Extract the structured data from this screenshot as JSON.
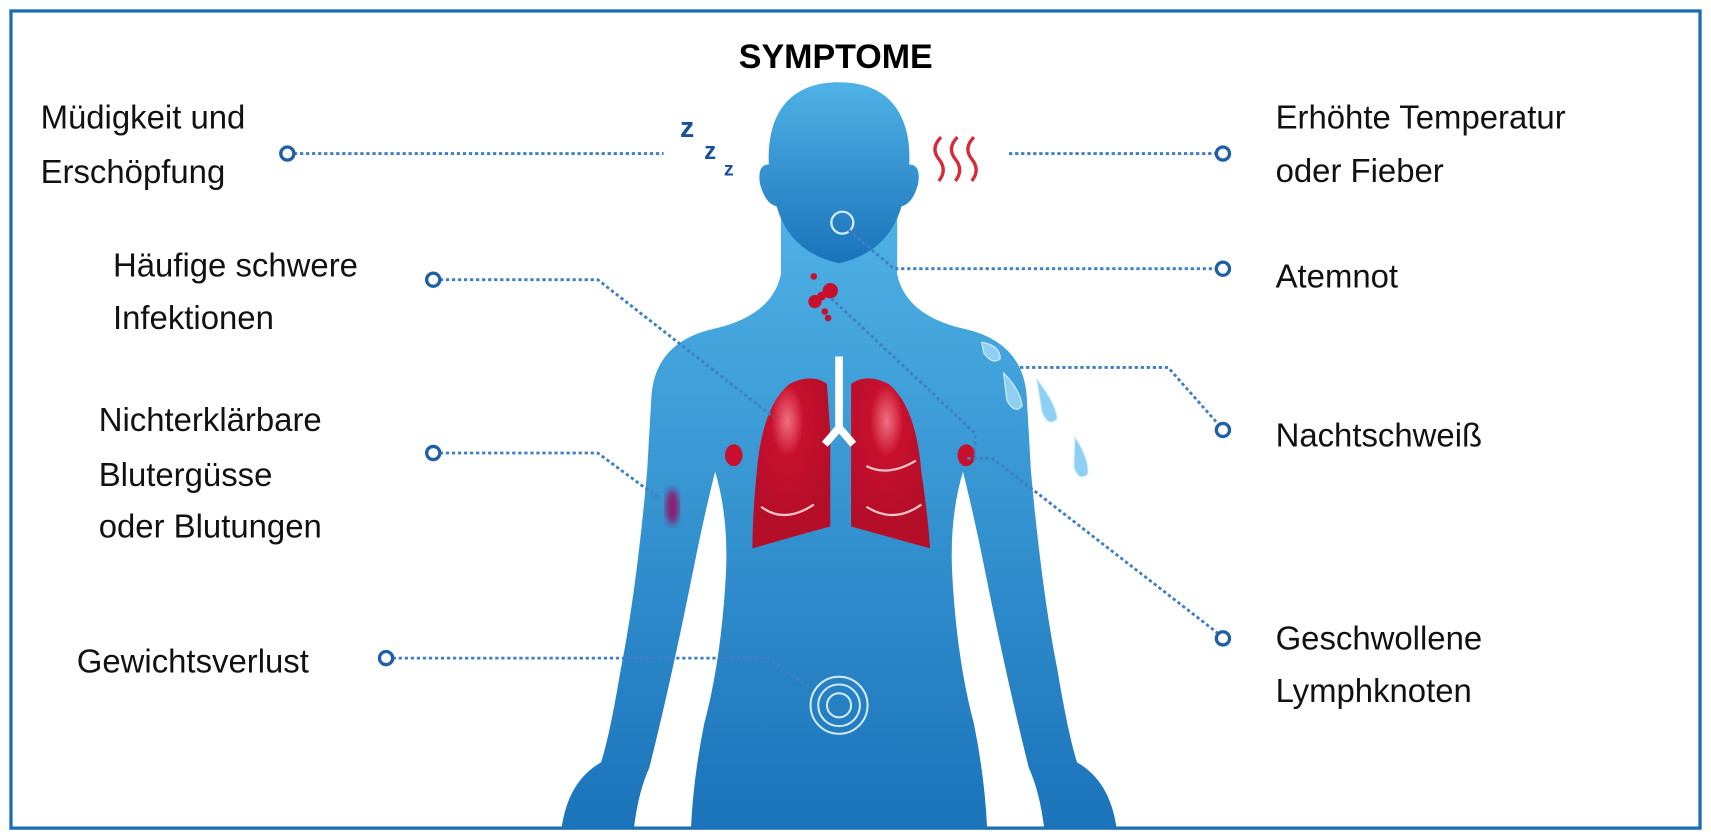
{
  "title": "SYMPTOME",
  "colors": {
    "border": "#1e6db3",
    "body_top": "#4fb2e6",
    "body_bottom": "#1b73ba",
    "organ_red": "#c8102e",
    "connector": "#3f7fc4"
  },
  "symptoms": {
    "left": [
      {
        "lines": [
          "Müdigkeit und",
          "Erschöpfung"
        ],
        "icon": "sleep-zzz-icon"
      },
      {
        "lines": [
          "Häufige schwere",
          "Infektionen"
        ],
        "icon": "lungs-icon"
      },
      {
        "lines": [
          "Nichterklärbare",
          "Blutergüsse",
          "oder Blutungen"
        ],
        "icon": "bruise-icon"
      },
      {
        "lines": [
          "Gewichtsverlust"
        ],
        "icon": "stomach-rings-icon"
      }
    ],
    "right": [
      {
        "lines": [
          "Erhöhte Temperatur",
          "oder Fieber"
        ],
        "icon": "heat-waves-icon"
      },
      {
        "lines": [
          "Atemnot"
        ],
        "icon": "throat-circle-icon"
      },
      {
        "lines": [
          "Nachtschweiß"
        ],
        "icon": "sweat-drops-icon"
      },
      {
        "lines": [
          "Geschwollene",
          "Lymphknoten"
        ],
        "icon": "lymph-nodes-icon"
      }
    ]
  }
}
